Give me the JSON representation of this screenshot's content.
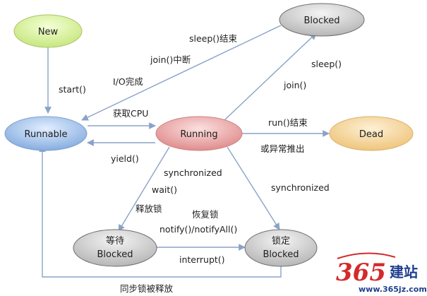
{
  "nodes": {
    "new": "New",
    "runnable": "Runnable",
    "running": "Running",
    "dead": "Dead",
    "blocked": "Blocked",
    "wait_blocked_line1": "等待",
    "wait_blocked_line2": "Blocked",
    "lock_blocked_line1": "锁定",
    "lock_blocked_line2": "Blocked"
  },
  "edge_labels": {
    "start": "start()",
    "get_cpu": "获取CPU",
    "yield": "yield()",
    "run_end_line1": "run()结束",
    "run_end_line2": "或异常推出",
    "sleep_end": "sleep()结束",
    "join_interrupt": "join()中断",
    "io_done": "I/O完成",
    "sleep": "sleep()",
    "join": "join()",
    "synchronized_left": "synchronized",
    "wait": "wait()",
    "release_lock": "释放锁",
    "synchronized_right": "synchronized",
    "restore_lock": "恢复锁",
    "notify": "notify()/notifyAll()",
    "interrupt": "interrupt()",
    "sync_lock_released": "同步锁被释放"
  },
  "watermark": {
    "number": "365",
    "text": "建站",
    "url": "www.365jz.com"
  },
  "colors": {
    "new": "#d8ef9c",
    "runnable": "#9cc0ef",
    "running": "#ef9e9e",
    "dead": "#f6d394",
    "blocked": "#cdcdcd",
    "edge": "#8aa2c8"
  }
}
